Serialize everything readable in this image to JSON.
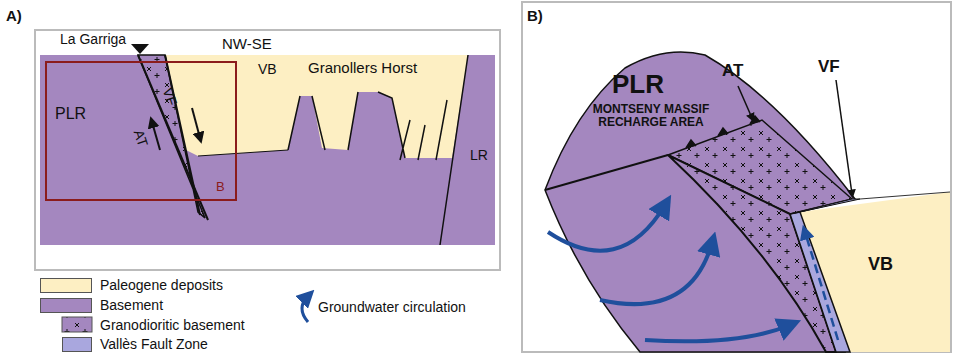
{
  "diagram": {
    "labels": [
      "A)",
      "La Garriga",
      "NW-SE",
      "PLR",
      "VF",
      "AT",
      "VB",
      "Granollers Horst",
      "LR",
      "B",
      "B)",
      "PLR",
      "MONTSENY MASSIF RECHARGE AREA",
      "AT",
      "VF",
      "VB"
    ],
    "legend": [
      {
        "text": "Paleogene deposits",
        "color": "#fdefc3"
      },
      {
        "text": "Basement",
        "color": "#a487bf"
      },
      {
        "text": "Granodioritic basement"
      },
      {
        "text": "Vallès Fault Zone",
        "color": "#a9a7de"
      },
      {
        "text": "Groundwater circulation"
      }
    ]
  }
}
